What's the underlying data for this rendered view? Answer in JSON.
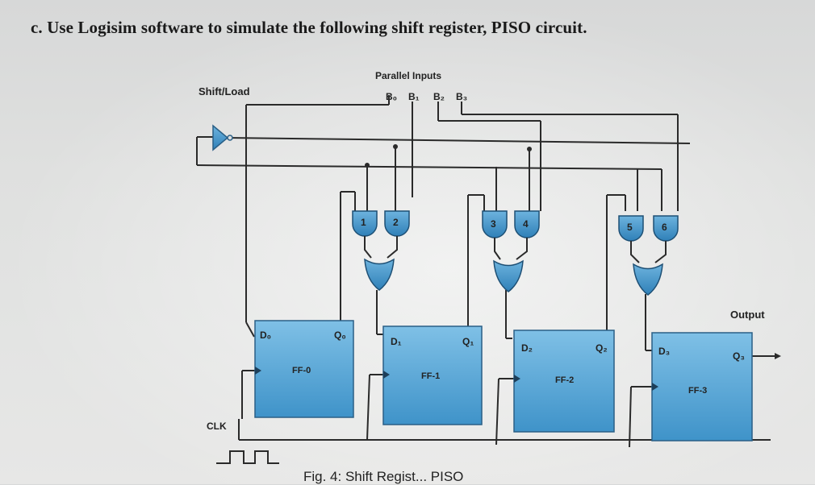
{
  "question": "c. Use Logisim software to simulate the following shift register, PISO circuit.",
  "labels": {
    "shift_load": "Shift/Load",
    "parallel_inputs": "Parallel Inputs",
    "output": "Output",
    "clk": "CLK"
  },
  "inputs": [
    "B₀",
    "B₁",
    "B₂",
    "B₃"
  ],
  "gates": [
    "1",
    "2",
    "3",
    "4",
    "5",
    "6"
  ],
  "flip_flops": [
    {
      "name": "FF-0",
      "d": "D₀",
      "q": "Q₀"
    },
    {
      "name": "FF-1",
      "d": "D₁",
      "q": "Q₁"
    },
    {
      "name": "FF-2",
      "d": "D₂",
      "q": "Q₂"
    },
    {
      "name": "FF-3",
      "d": "D₃",
      "q": "Q₃"
    }
  ],
  "caption": "Fig. 4: Shift Regist... PISO",
  "colors": {
    "flip_flop": "#5aa8d8",
    "gate": "#4a98cc",
    "wire": "#2a2a2a"
  }
}
